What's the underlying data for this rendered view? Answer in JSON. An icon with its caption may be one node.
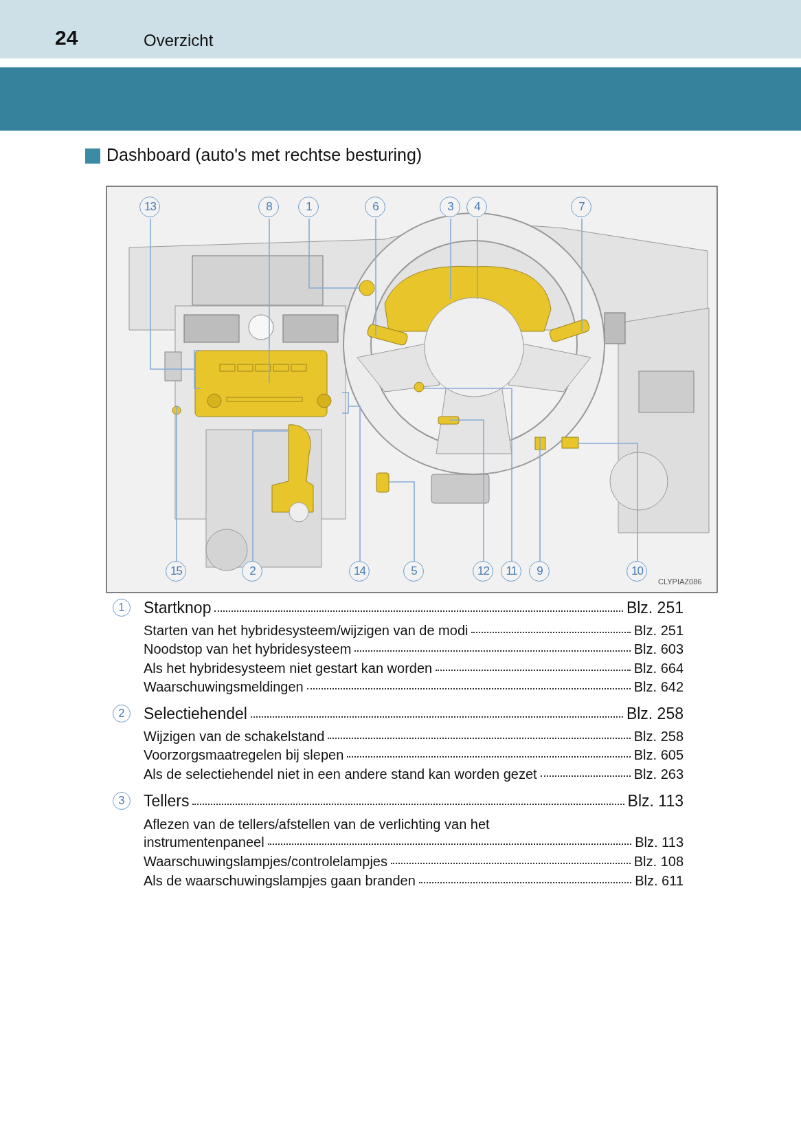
{
  "diagram": {
    "title": "Dashboard (auto's met rechtse besturing)",
    "nodes": [
      {
        "text": [
          "13"
        ]
      },
      {
        "text": [
          "8"
        ]
      },
      {
        "text": [
          "1"
        ]
      },
      {
        "text": [
          "6"
        ]
      },
      {
        "text": [
          "3"
        ]
      },
      {
        "text": [
          "4"
        ]
      },
      {
        "text": [
          "7"
        ]
      },
      {
        "text": [
          "15"
        ]
      },
      {
        "text": [
          "2"
        ]
      },
      {
        "text": [
          "14"
        ]
      },
      {
        "text": [
          "5"
        ]
      },
      {
        "text": [
          "12"
        ]
      },
      {
        "text": [
          "11"
        ]
      },
      {
        "text": [
          "9"
        ]
      },
      {
        "text": [
          "10"
        ]
      }
    ],
    "edges": [
      {
        "from": 0,
        "to": null,
        "arrow": "none"
      },
      {
        "from": 1,
        "to": null,
        "arrow": "none"
      },
      {
        "from": 2,
        "to": null,
        "arrow": "none"
      },
      {
        "from": 3,
        "to": null,
        "arrow": "none"
      },
      {
        "from": 4,
        "to": null,
        "arrow": "none"
      },
      {
        "from": 5,
        "to": null,
        "arrow": "none"
      },
      {
        "from": 6,
        "to": null,
        "arrow": "none"
      },
      {
        "from": 7,
        "to": null,
        "arrow": "none"
      },
      {
        "from": 8,
        "to": null,
        "arrow": "none"
      },
      {
        "from": 9,
        "to": null,
        "arrow": "none"
      },
      {
        "from": 10,
        "to": null,
        "arrow": "none"
      },
      {
        "from": 11,
        "to": null,
        "arrow": "none"
      },
      {
        "from": 12,
        "to": null,
        "arrow": "none"
      },
      {
        "from": 13,
        "to": null,
        "arrow": "none"
      },
      {
        "from": 14,
        "to": null,
        "arrow": "none"
      }
    ],
    "labels": [
      "24",
      "Overzicht",
      "CLYPIAZ086",
      "1",
      "Startknop",
      "Blz. 251",
      "Starten van het hybridesysteem/wijzigen van de modi",
      "Blz. 251",
      "Noodstop van het hybridesysteem",
      "Blz. 603",
      "Als het hybridesysteem niet gestart kan worden",
      "Blz. 664",
      "Waarschuwingsmeldingen",
      "Blz. 642",
      "2",
      "Selectiehendel",
      "Blz. 258",
      "Wijzigen van de schakelstand",
      "Blz. 258",
      "Voorzorgsmaatregelen bij slepen",
      "Blz. 605",
      "Als de selectiehendel niet in een andere stand kan worden gezet",
      "Blz. 263",
      "3",
      "Tellers",
      "Blz. 113",
      "Aflezen van de tellers/afstellen van de verlichting van het instrumentenpaneel",
      "Blz. 113",
      "Waarschuwingslampjes/controlelampjes",
      "Blz. 108",
      "Als de waarschuwingslampjes gaan branden",
      "Blz. 611"
    ]
  }
}
